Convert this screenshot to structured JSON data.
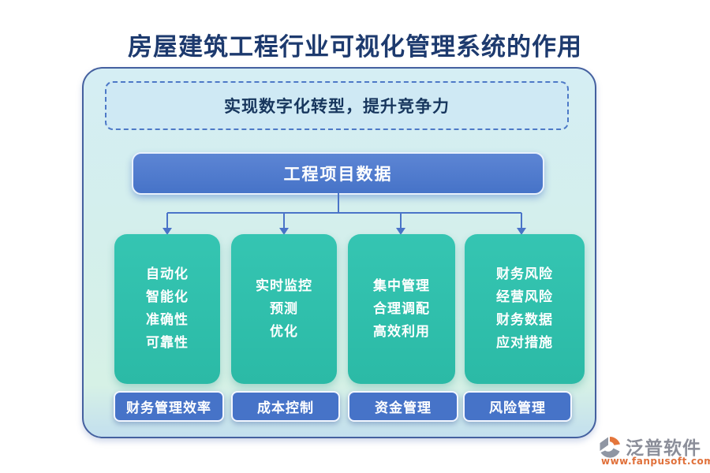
{
  "page": {
    "title": "房屋建筑工程行业可视化管理系统的作用"
  },
  "banner": {
    "text": "实现数字化转型，提升竞争力"
  },
  "root": {
    "label": "工程项目数据"
  },
  "columns": [
    {
      "card_lines": [
        "自动化",
        "智能化",
        "准确性",
        "可靠性"
      ],
      "button": "财务管理效率"
    },
    {
      "card_lines": [
        "实时监控",
        "预测",
        "优化"
      ],
      "button": "成本控制"
    },
    {
      "card_lines": [
        "集中管理",
        "合理调配",
        "高效利用"
      ],
      "button": "资金管理"
    },
    {
      "card_lines": [
        "财务风险",
        "经营风险",
        "财务数据",
        "应对措施"
      ],
      "button": "风险管理"
    }
  ],
  "logo": {
    "name": "泛普软件",
    "url": "www.fanpusoft.com"
  },
  "colors": {
    "title": "#1d3a6e",
    "primary_blue": "#4673c8",
    "teal": "#2ebfad",
    "container_border": "#44609f",
    "container_bg_top": "#d5eef4",
    "container_bg_bottom": "#d6f1e6",
    "banner_bg": "#cfe9f4",
    "banner_border": "#4d79c7",
    "connector": "#4a74c8",
    "logo_gray": "#8b8e99",
    "logo_orange": "#e0703a"
  }
}
